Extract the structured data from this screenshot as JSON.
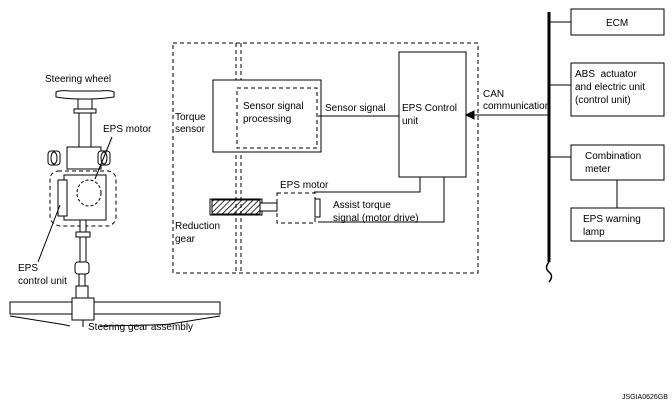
{
  "labels": {
    "steering_wheel": "Steering wheel",
    "eps_motor_left": "EPS motor",
    "eps_control_unit": [
      "EPS",
      "control unit"
    ],
    "steering_gear_assembly": "Steering gear assembly",
    "torque_sensor": [
      "Torque",
      "sensor"
    ],
    "sensor_signal_processing": [
      "Sensor signal",
      "processing"
    ],
    "sensor_signal": "Sensor signal",
    "eps_control_unit_box": [
      "EPS Control",
      "unit"
    ],
    "eps_motor_center": "EPS motor",
    "assist_torque_signal": [
      "Assist torque",
      "signal (motor drive)"
    ],
    "reduction_gear": [
      "Reduction",
      "gear"
    ],
    "can_communication": [
      "CAN",
      "communication"
    ],
    "ecm": "ECM",
    "abs_unit": [
      "ABS  actuator",
      "and electric unit",
      "(control unit)"
    ],
    "combination_meter": [
      "Combination",
      "meter"
    ],
    "eps_warning_lamp": [
      "EPS warning",
      "lamp"
    ],
    "figure_code": "JSGIA0626GB"
  }
}
